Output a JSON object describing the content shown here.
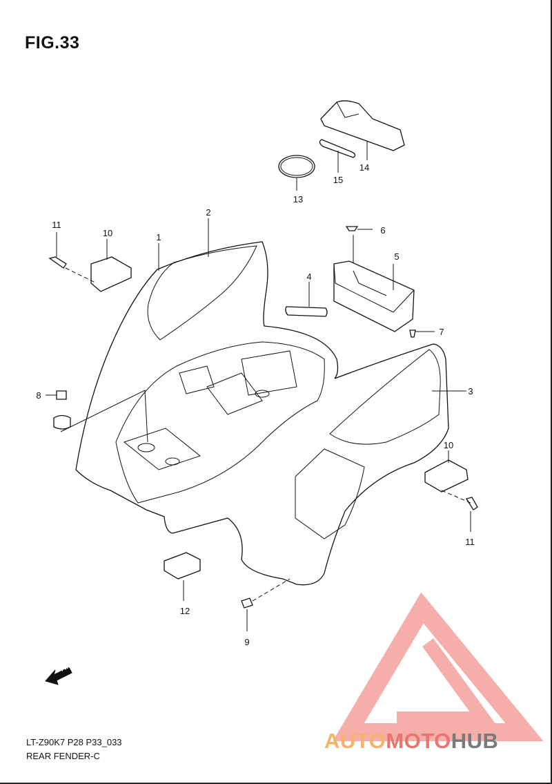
{
  "figure": {
    "title": "FIG.33"
  },
  "callouts": [
    {
      "id": "c1",
      "label": "1"
    },
    {
      "id": "c2",
      "label": "2"
    },
    {
      "id": "c3",
      "label": "3"
    },
    {
      "id": "c4",
      "label": "4"
    },
    {
      "id": "c5",
      "label": "5"
    },
    {
      "id": "c6",
      "label": "6"
    },
    {
      "id": "c7",
      "label": "7"
    },
    {
      "id": "c8",
      "label": "8"
    },
    {
      "id": "c9",
      "label": "9"
    },
    {
      "id": "c10a",
      "label": "10"
    },
    {
      "id": "c10b",
      "label": "10"
    },
    {
      "id": "c11a",
      "label": "11"
    },
    {
      "id": "c11b",
      "label": "11"
    },
    {
      "id": "c12",
      "label": "12"
    },
    {
      "id": "c13",
      "label": "13"
    },
    {
      "id": "c14",
      "label": "14"
    },
    {
      "id": "c15",
      "label": "15"
    }
  ],
  "fwd_arrow": {
    "label": "FWD"
  },
  "footer": {
    "code": "LT-Z90K7 P28 P33_033",
    "name": "REAR FENDER-C"
  },
  "watermark": {
    "brand_part1": "AUTO",
    "brand_part2": "MOTO",
    "brand_part3": "HUB",
    "colors": {
      "part1": "#f6b26b",
      "part2": "#e8756f",
      "part3": "#7a7a7a",
      "logo": "#f4a6a0"
    }
  }
}
